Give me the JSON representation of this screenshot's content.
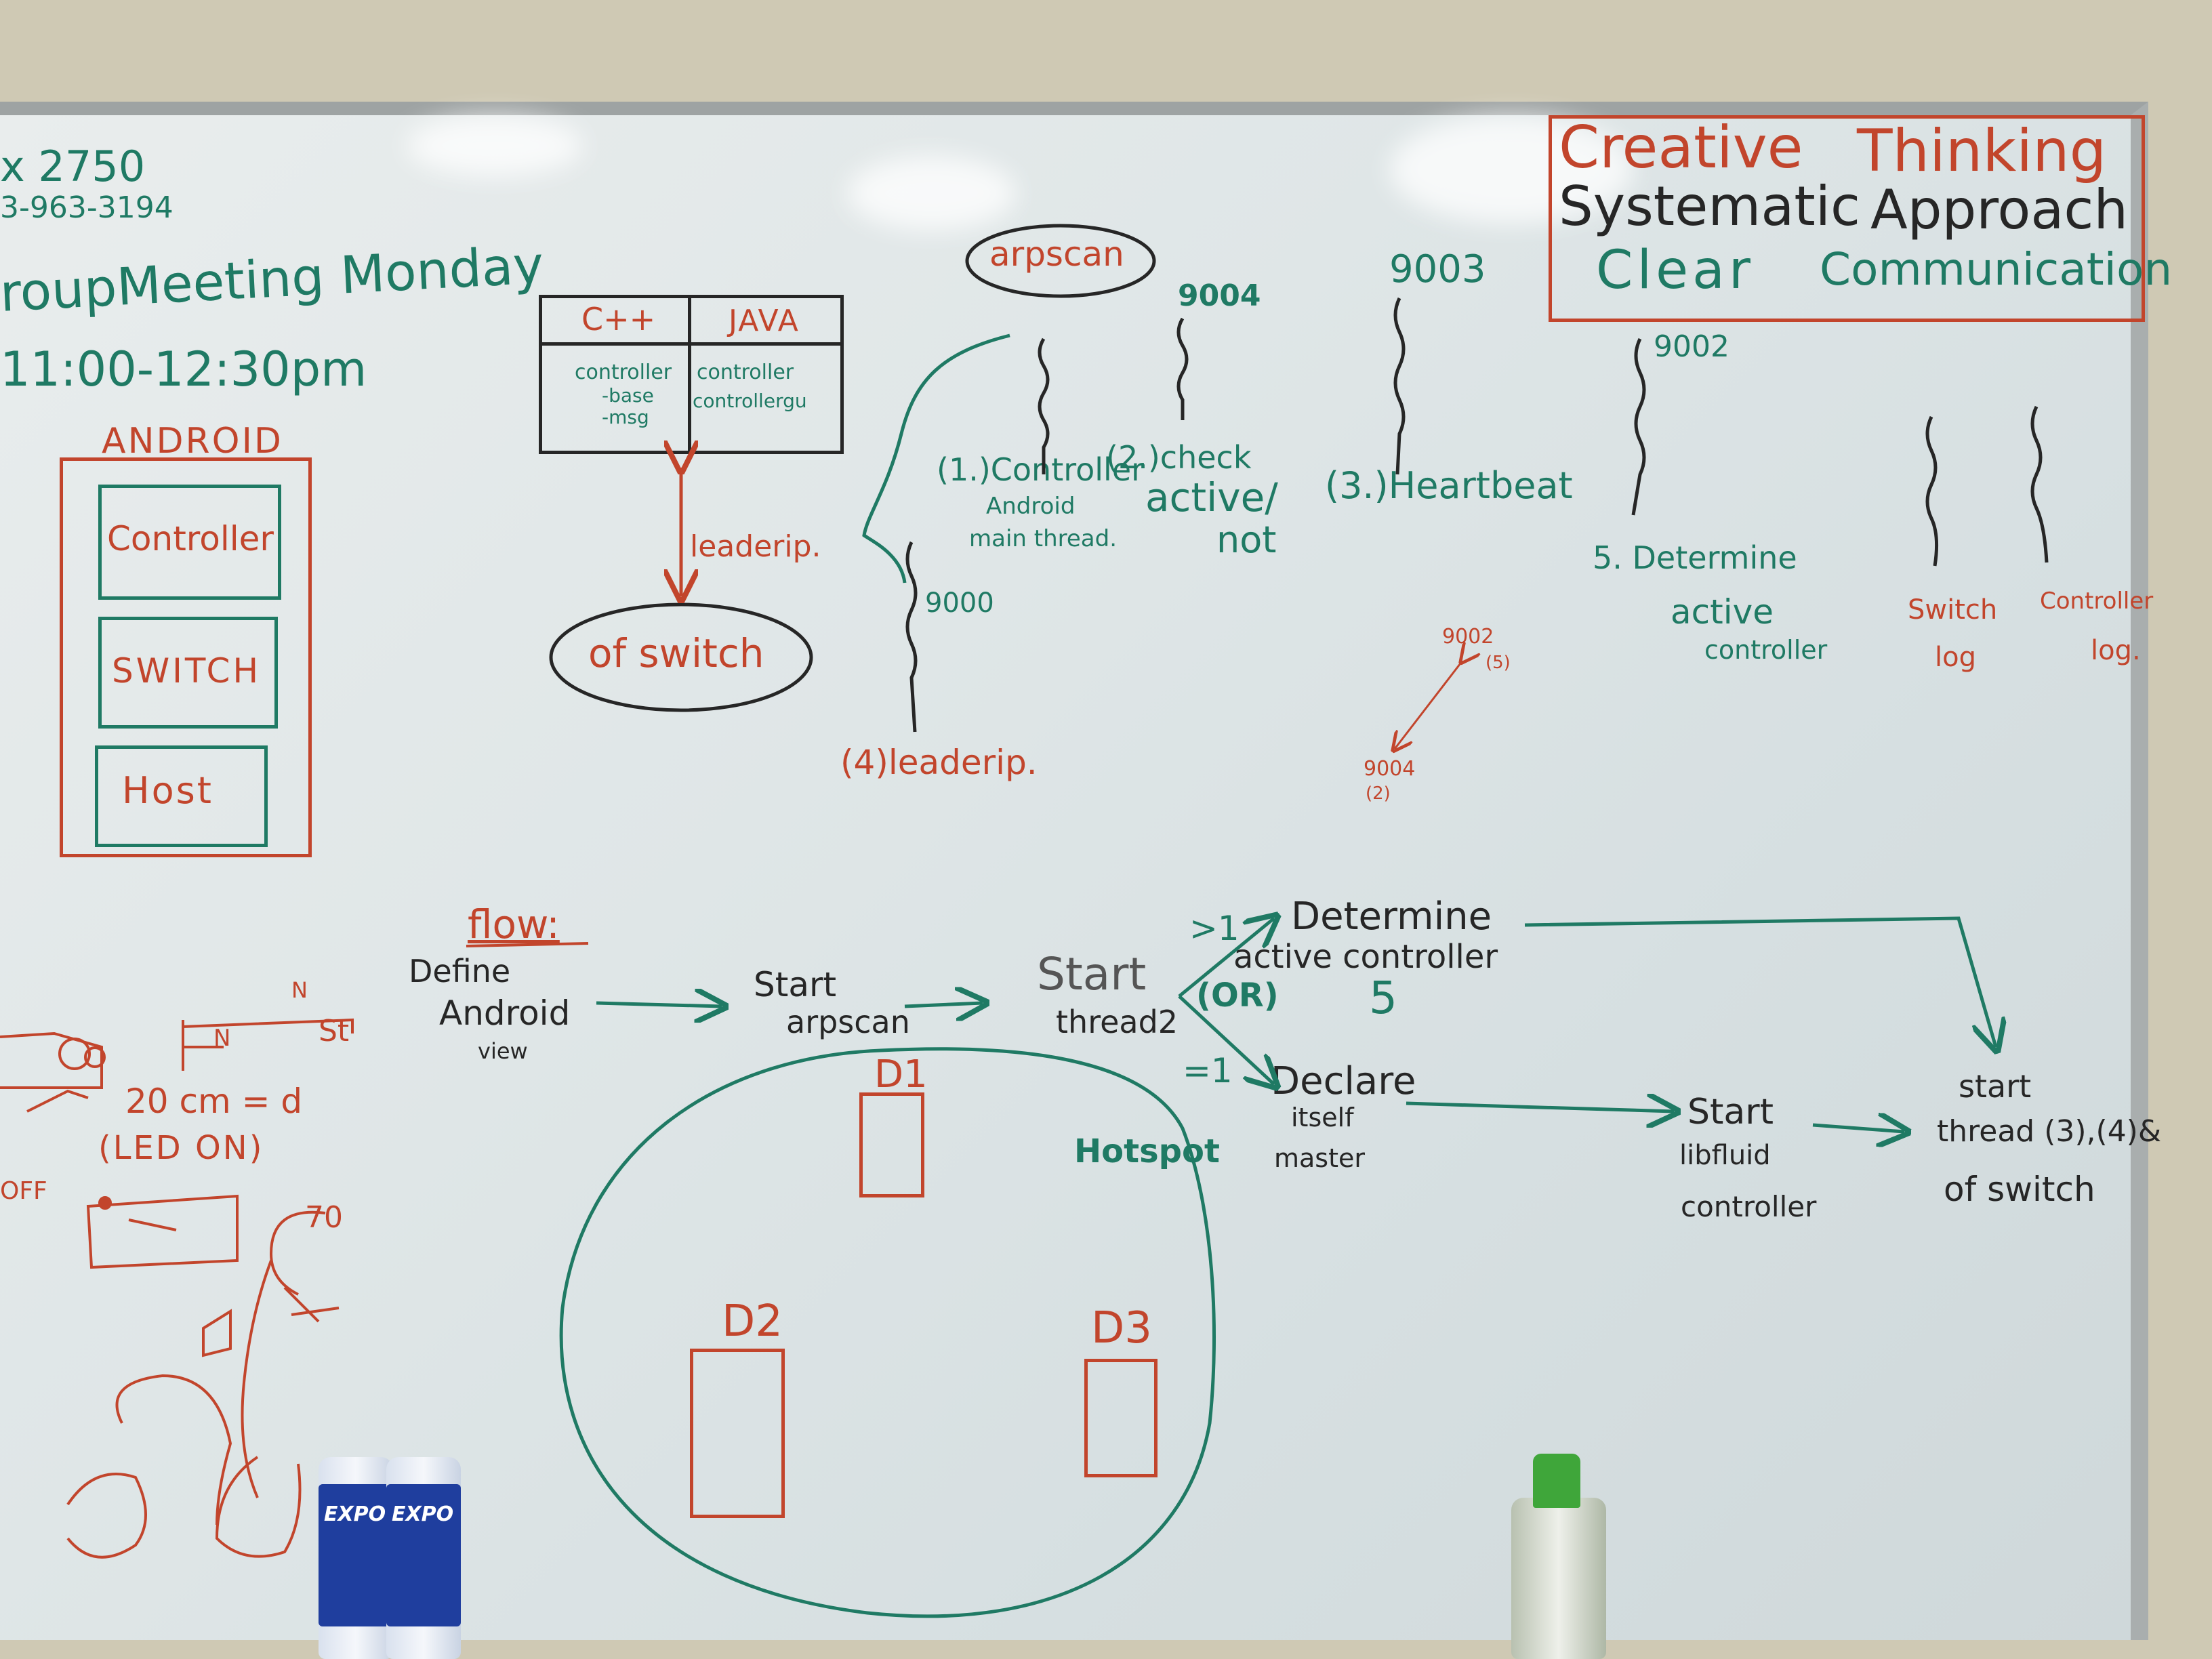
{
  "header_left": {
    "phone_ext": "x 2750",
    "phone": "3-963-3194",
    "meeting_line1": "roupMeeting Monday",
    "meeting_line2": "11:00-12:30pm"
  },
  "android_box": {
    "title": "ANDROID",
    "items": [
      "Controller",
      "SWITCH",
      "Host"
    ]
  },
  "lang_table": {
    "headers": [
      "C++",
      "JAVA"
    ],
    "left_cell": [
      "controller",
      "-base",
      "-msg"
    ],
    "right_cell": [
      "controller",
      "controllergu"
    ]
  },
  "leaderip_arrow_label": "leaderip.",
  "of_switch_label": "of switch",
  "arpscan_label": "arpscan",
  "threads": {
    "port_9004": "9004",
    "port_9003": "9003",
    "port_9002": "9002",
    "port_9000": "9000",
    "t1_line1": "(1.)Controller",
    "t1_line2": "Android",
    "t1_line3": "main thread.",
    "t2_line1": "(2.)check",
    "t2_line2": "active/",
    "t2_line3": "not",
    "t3": "(3.)Heartbeat",
    "t4": "(4)leaderip.",
    "t5_line1": "5. Determine",
    "t5_line2": "active",
    "t5_line3": "controller",
    "switch_log_1": "Switch",
    "switch_log_2": "log",
    "controller_log_1": "Controller",
    "controller_log_2": "log."
  },
  "mini_arrow": {
    "top": "9002",
    "top_sub": "(5)",
    "bottom": "9004",
    "bottom_sub": "(2)"
  },
  "motto": {
    "line1_a": "Creative",
    "line1_b": "Thinking",
    "line2_a": "Systematic",
    "line2_b": "Approach",
    "line3_a": "Clear",
    "line3_b": "Communication"
  },
  "flow": {
    "title": "flow:",
    "step1": [
      "Define",
      "Android",
      "view"
    ],
    "step2": [
      "Start",
      "arpscan"
    ],
    "step3": [
      "Start",
      "thread2"
    ],
    "gt1": ">1",
    "or": "(OR)",
    "eq1": "=1",
    "determine": [
      "Determine",
      "active controller"
    ],
    "five": "5",
    "declare": [
      "Declare",
      "itself",
      "master"
    ],
    "libfluid": [
      "Start",
      "libfluid",
      "controller"
    ],
    "final": [
      "start",
      "thread (3),(4)&",
      "of switch"
    ]
  },
  "hotspot": {
    "label": "Hotspot",
    "devices": [
      "D1",
      "D2",
      "D3"
    ]
  },
  "sketch": {
    "dist": "20 cm = d",
    "led": "(LED ON)",
    "off": "OFF",
    "n1": "N",
    "n2": "N",
    "st": "St",
    "seventy": "70"
  },
  "bottle_brand": "EXPO",
  "colors": {
    "green_marker": "#1f7a64",
    "red_marker": "#c2452c",
    "black_marker": "#262626"
  }
}
